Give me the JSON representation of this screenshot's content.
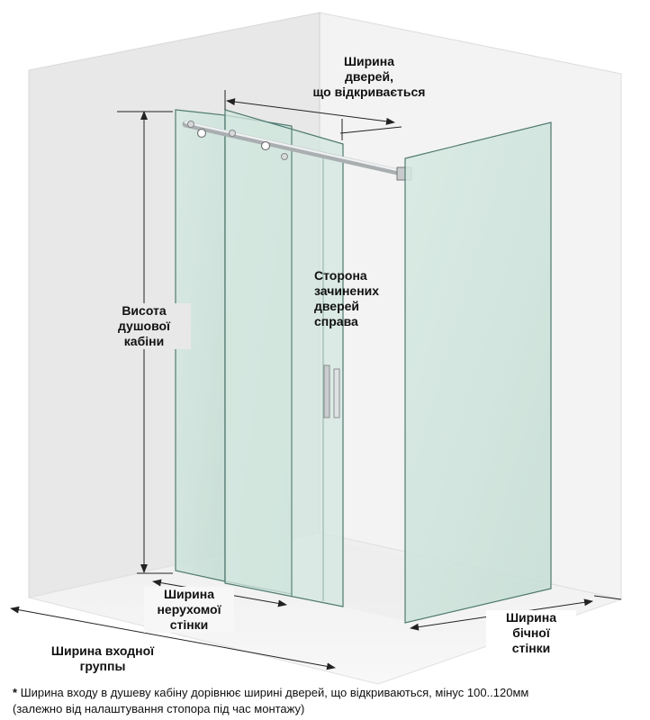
{
  "labels": {
    "door_width": [
      "Ширина",
      "дверей,",
      "що відкривається"
    ],
    "cabin_height": [
      "Висота",
      "душової",
      "кабіни"
    ],
    "closed_door_side": [
      "Сторона",
      "зачинених",
      "дверей",
      "справа"
    ],
    "fixed_wall_width": [
      "Ширина",
      "нерухомої",
      "стінки"
    ],
    "side_wall_width": [
      "Ширина",
      "бічної",
      "стінки"
    ],
    "entry_group_width": [
      "Ширина входної",
      "группы"
    ]
  },
  "footnote": {
    "star": "*",
    "line1": "Ширина входу в душеву кабіну дорівнює ширині дверей, що відкриваються, мінус 100..120мм",
    "line2": "(залежно від налаштування стопора під час монтажу)"
  },
  "colors": {
    "wall_back": "#f2f2f2",
    "wall_left": "#e6e6e6",
    "glass_fill": "#cfe3dc",
    "glass_edge": "#4f7a70",
    "dimension": "#222222",
    "hardware": "#bfc4c6"
  }
}
